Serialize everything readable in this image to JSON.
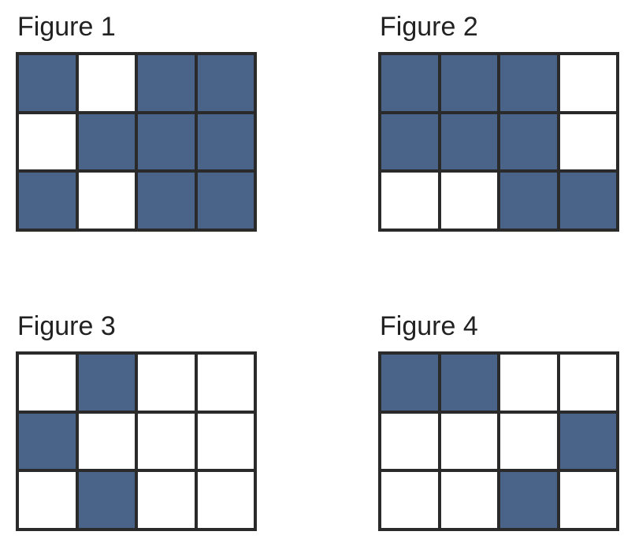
{
  "colors": {
    "filled": "#4a6388",
    "empty": "#ffffff",
    "border": "#2a2a2a"
  },
  "figures": [
    {
      "title": "Figure 1",
      "grid": [
        [
          1,
          0,
          1,
          1
        ],
        [
          0,
          1,
          1,
          1
        ],
        [
          1,
          0,
          1,
          1
        ]
      ]
    },
    {
      "title": "Figure 2",
      "grid": [
        [
          1,
          1,
          1,
          0
        ],
        [
          1,
          1,
          1,
          0
        ],
        [
          0,
          0,
          1,
          1
        ]
      ]
    },
    {
      "title": "Figure 3",
      "grid": [
        [
          0,
          1,
          0,
          0
        ],
        [
          1,
          0,
          0,
          0
        ],
        [
          0,
          1,
          0,
          0
        ]
      ]
    },
    {
      "title": "Figure 4",
      "grid": [
        [
          1,
          1,
          0,
          0
        ],
        [
          0,
          0,
          0,
          1
        ],
        [
          0,
          0,
          1,
          0
        ]
      ]
    }
  ]
}
